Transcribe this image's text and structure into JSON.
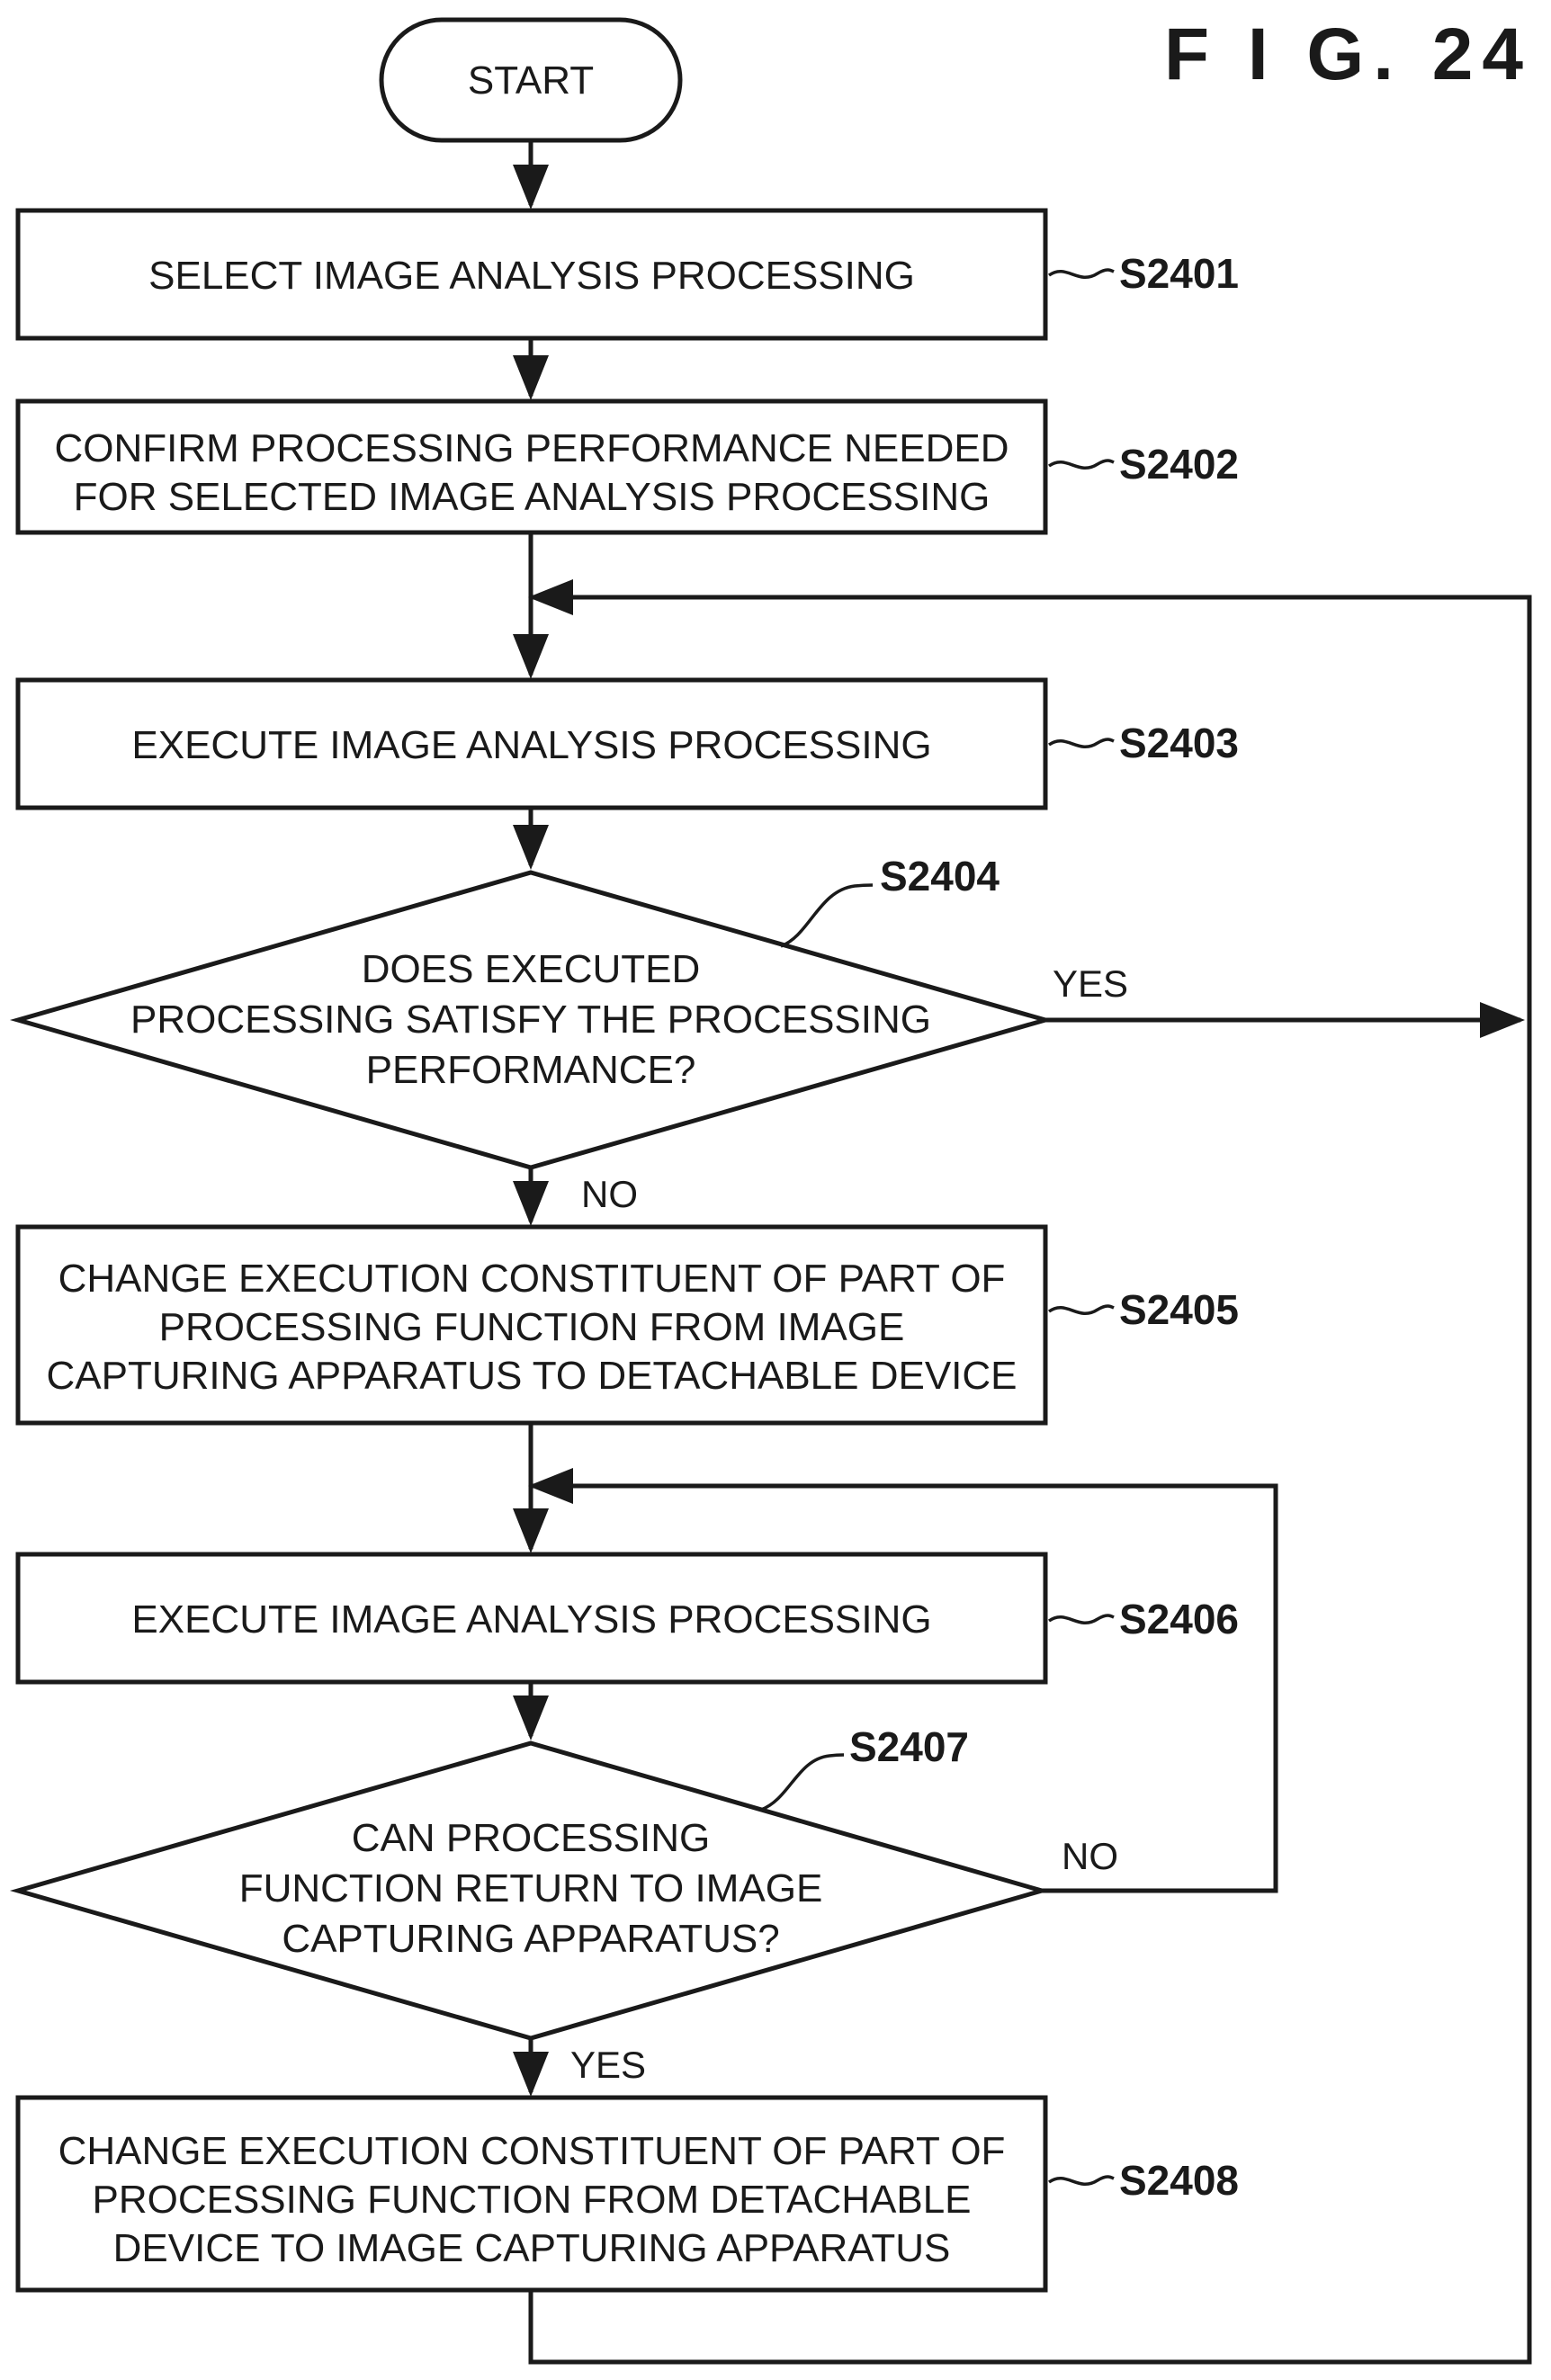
{
  "figure": {
    "title": "F I G. 24"
  },
  "terminal": {
    "start": "START"
  },
  "steps": {
    "s2401": {
      "id": "S2401",
      "lines": [
        "SELECT IMAGE ANALYSIS PROCESSING"
      ]
    },
    "s2402": {
      "id": "S2402",
      "lines": [
        "CONFIRM PROCESSING PERFORMANCE NEEDED",
        "FOR SELECTED IMAGE ANALYSIS PROCESSING"
      ]
    },
    "s2403": {
      "id": "S2403",
      "lines": [
        "EXECUTE IMAGE ANALYSIS PROCESSING"
      ]
    },
    "s2404": {
      "id": "S2404",
      "lines": [
        "DOES EXECUTED",
        "PROCESSING SATISFY THE PROCESSING",
        "PERFORMANCE?"
      ]
    },
    "s2405": {
      "id": "S2405",
      "lines": [
        "CHANGE EXECUTION CONSTITUENT OF PART OF",
        "PROCESSING FUNCTION FROM IMAGE",
        "CAPTURING APPARATUS TO DETACHABLE DEVICE"
      ]
    },
    "s2406": {
      "id": "S2406",
      "lines": [
        "EXECUTE IMAGE ANALYSIS PROCESSING"
      ]
    },
    "s2407": {
      "id": "S2407",
      "lines": [
        "CAN PROCESSING",
        "FUNCTION RETURN TO IMAGE",
        "CAPTURING APPARATUS?"
      ]
    },
    "s2408": {
      "id": "S2408",
      "lines": [
        "CHANGE EXECUTION CONSTITUENT OF PART OF",
        "PROCESSING FUNCTION FROM DETACHABLE",
        "DEVICE TO IMAGE CAPTURING APPARATUS"
      ]
    }
  },
  "branches": {
    "s2404_yes": "YES",
    "s2404_no": "NO",
    "s2407_no": "NO",
    "s2407_yes": "YES"
  }
}
